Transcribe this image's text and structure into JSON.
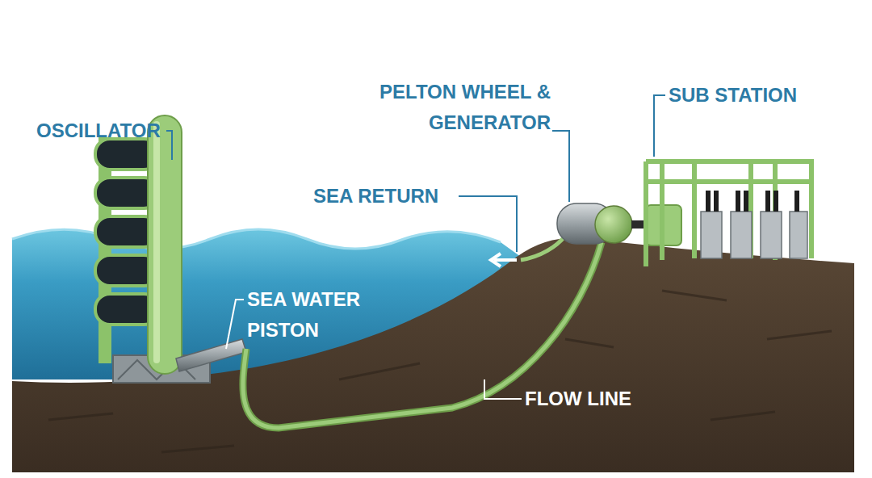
{
  "diagram": {
    "labels": [
      "OSCILLATOR",
      "PELTON WHEEL & GENERATOR",
      "SUB STATION",
      "SEA RETURN",
      "SEA WATER PISTON",
      "FLOW LINE"
    ]
  }
}
